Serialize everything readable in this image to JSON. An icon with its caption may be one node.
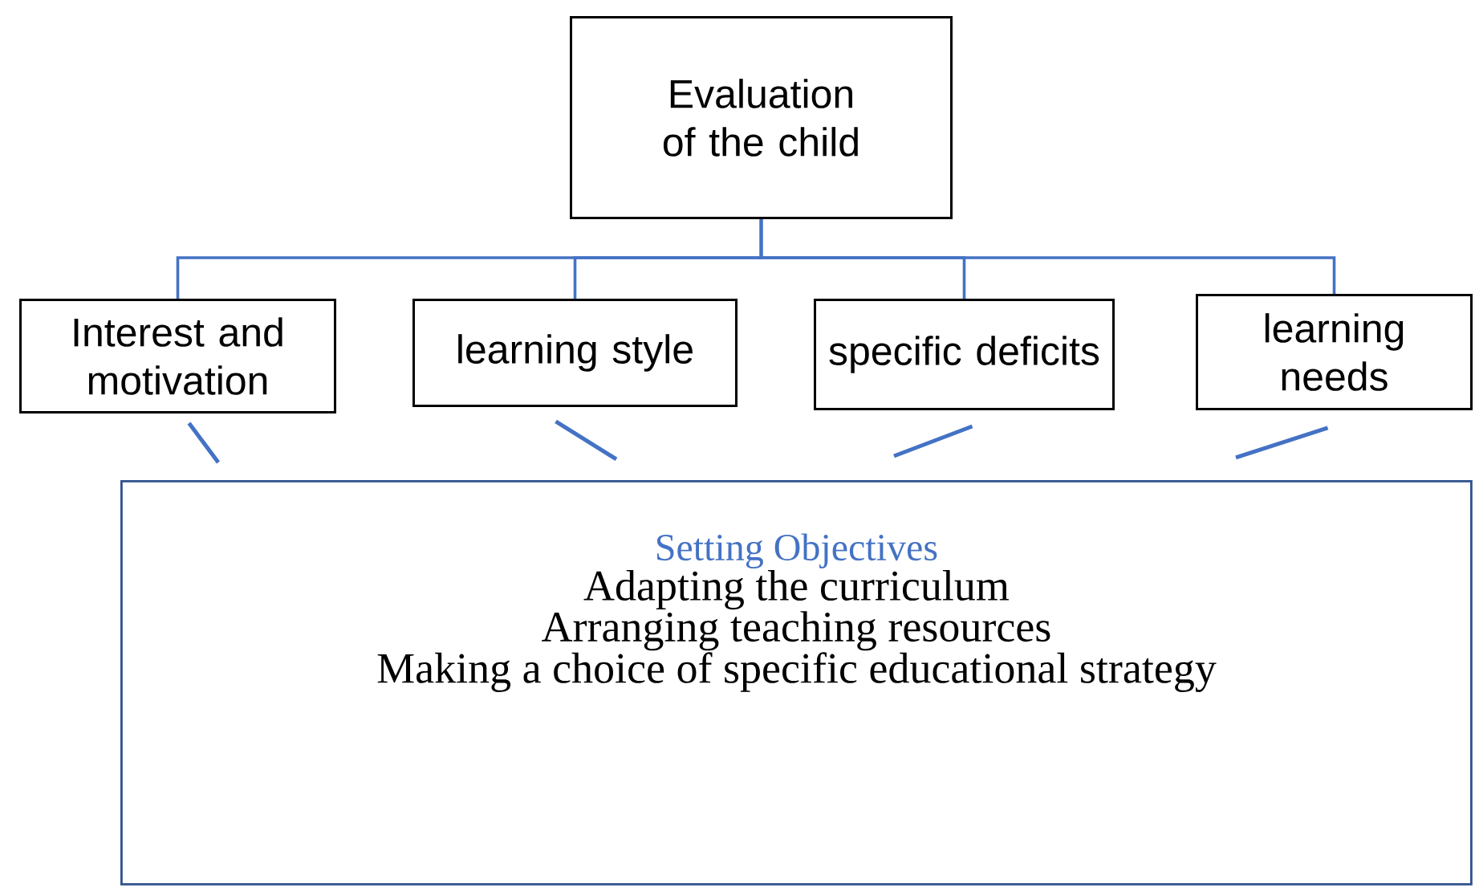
{
  "diagram": {
    "nodes": [
      {
        "text": [
          "Evaluation of the child"
        ]
      },
      {
        "text": [
          "Interest and motivation"
        ]
      },
      {
        "text": [
          "learning style"
        ]
      },
      {
        "text": [
          "specific deficits"
        ]
      },
      {
        "text": [
          "learning needs"
        ]
      },
      {
        "text": [
          "Setting Objectives",
          "Adapting the curriculum",
          "Arranging teaching resources",
          "Making a choice of specific educational strategy"
        ]
      }
    ],
    "edges": [
      {
        "from": 0,
        "to": 1,
        "arrow": "none"
      },
      {
        "from": 0,
        "to": 2,
        "arrow": "none"
      },
      {
        "from": 0,
        "to": 3,
        "arrow": "none"
      },
      {
        "from": 0,
        "to": 4,
        "arrow": "none"
      },
      {
        "from": 1,
        "to": 5,
        "arrow": "none"
      },
      {
        "from": 2,
        "to": 5,
        "arrow": "none"
      },
      {
        "from": 3,
        "to": 5,
        "arrow": "none"
      },
      {
        "from": 4,
        "to": 5,
        "arrow": "none"
      }
    ]
  }
}
